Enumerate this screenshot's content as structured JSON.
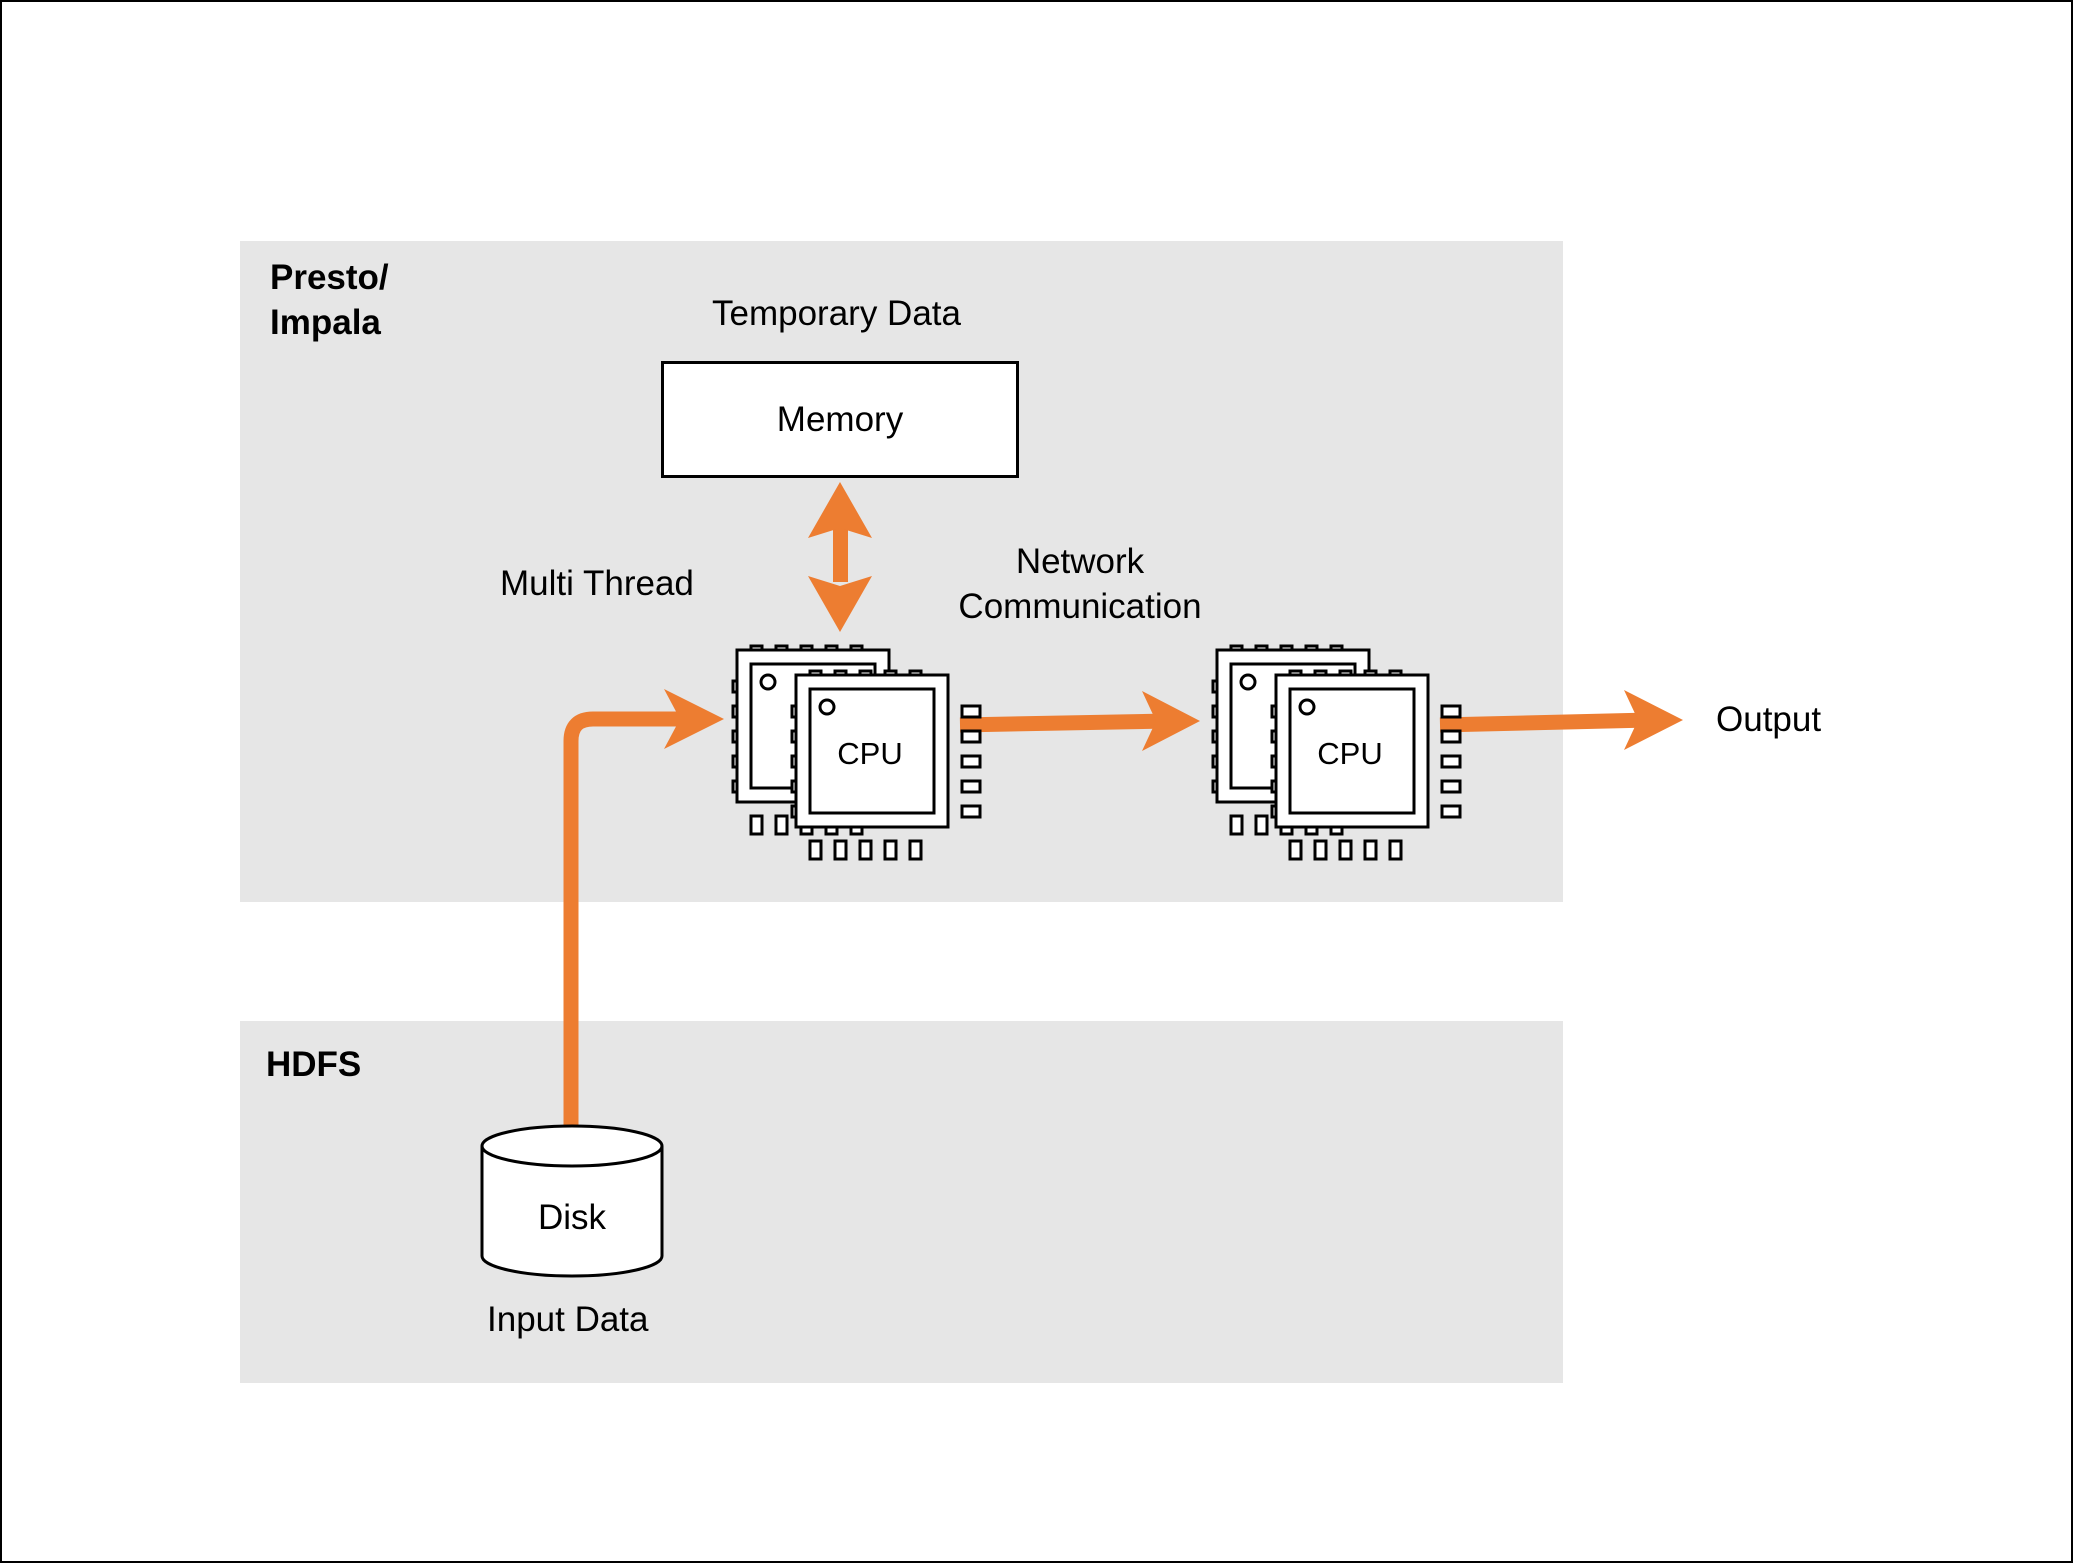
{
  "diagram": {
    "presto_title": "Presto/\nImpala",
    "hdfs_title": "HDFS",
    "temporary_data_label": "Temporary Data",
    "memory_label": "Memory",
    "multi_thread_label": "Multi Thread",
    "network_label": "Network\nCommunication",
    "cpu1_label": "CPU",
    "cpu2_label": "CPU",
    "output_label": "Output",
    "disk_label": "Disk",
    "input_data_label": "Input Data"
  },
  "colors": {
    "arrow": "#ed7d31",
    "panel": "#e6e6e6",
    "stroke": "#000000"
  }
}
